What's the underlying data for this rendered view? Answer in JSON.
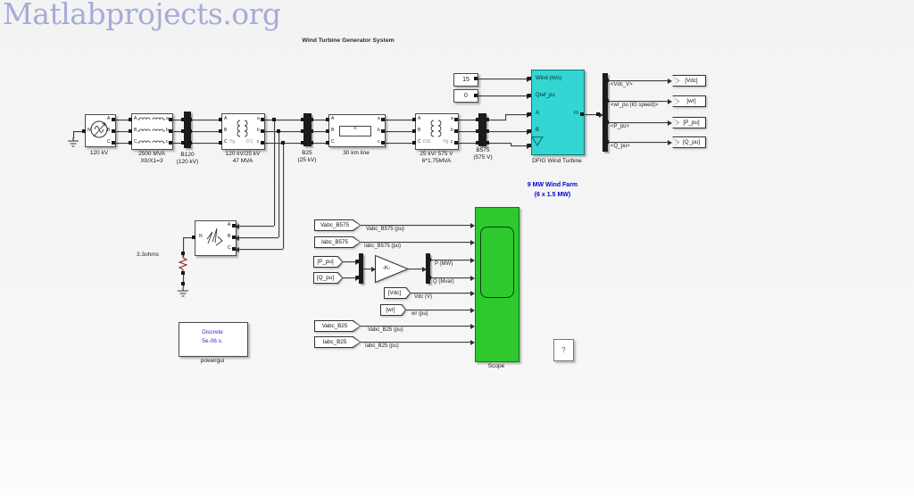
{
  "watermark": "Matlabprojects.org",
  "title": "Wind Turbine Generator System",
  "annotation": {
    "line1": "9 MW Wind Farm",
    "line2": "(6 x 1.5 MW)"
  },
  "colors": {
    "dfig_fill": "#33d6d3",
    "scope_fill": "#2ec92e",
    "annotation_blue": "#0000d0",
    "powergui_blue": "#2b2bd5",
    "watermark": "#a6acd6"
  },
  "ports": {
    "A": "A",
    "B": "B",
    "C": "C",
    "a": "a",
    "b": "b",
    "c": "c",
    "N": "N",
    "m": "m",
    "pi": "π"
  },
  "blocks": {
    "source": {
      "label": "120 kV"
    },
    "transformer1": {
      "line1": "2500 MVA",
      "line2": "X0/X1=3"
    },
    "bus_b120": {
      "line1": "B120",
      "line2": "(120 kV)"
    },
    "transformer2": {
      "line1": "120 kV/25 kV",
      "line2": "47 MVA",
      "winding_left": "Yg",
      "winding_right": "D'1"
    },
    "bus_b25": {
      "line1": "B25",
      "line2": "(25 kV)"
    },
    "line_30km": {
      "label": "30 km line"
    },
    "transformer3": {
      "line1": "25 kV/ 575 V",
      "line2": "6*1.75MVA",
      "winding_left": "D11",
      "winding_right": "Yg"
    },
    "bus_b575": {
      "line1": "B575",
      "line2": "(575 V)"
    },
    "dfig": {
      "label": "DFIG Wind Turbine",
      "port_wind": "Wind (m/s)",
      "port_qref": "Qref_pu"
    },
    "const_wind": {
      "value": "15"
    },
    "const_qref": {
      "value": "0"
    },
    "grounding_transformer": {
      "resistor_label": "3.3ohms"
    },
    "powergui": {
      "line1": "Discrete",
      "line2": "5e-06 s.",
      "label": "powergui"
    },
    "scope": {
      "label": "Scope"
    },
    "gain": {
      "label": "-K-"
    },
    "help": {
      "label": "?"
    }
  },
  "outputs": [
    {
      "signal": "<Vdc_V>",
      "goto": "[Vdc]"
    },
    {
      "signal": "<wr_pu (IG speed)>",
      "goto": "[wr]"
    },
    {
      "signal": "<P_pu>",
      "goto": "[P_pu]"
    },
    {
      "signal": "<Q_pu>",
      "goto": "[Q_pu]"
    }
  ],
  "scope_inputs": [
    {
      "from": "Vabc_B575",
      "signal": "Vabc_B575 (pu)"
    },
    {
      "from": "Iabc_B575",
      "signal": "Iabc_B575 (pu)"
    },
    {
      "from": "[P_pu]",
      "signal": "P (MW)"
    },
    {
      "from": "[Q_pu]",
      "signal": "Q (Mvar)"
    },
    {
      "from": "[Vdc]",
      "signal": "Vdc (V)"
    },
    {
      "from": "[wr]",
      "signal": "wr (pu)"
    },
    {
      "from": "Vabc_B25",
      "signal": "Vabc_B25 (pu)"
    },
    {
      "from": "Iabc_B25",
      "signal": "Iabc_B25 (pu)"
    }
  ]
}
